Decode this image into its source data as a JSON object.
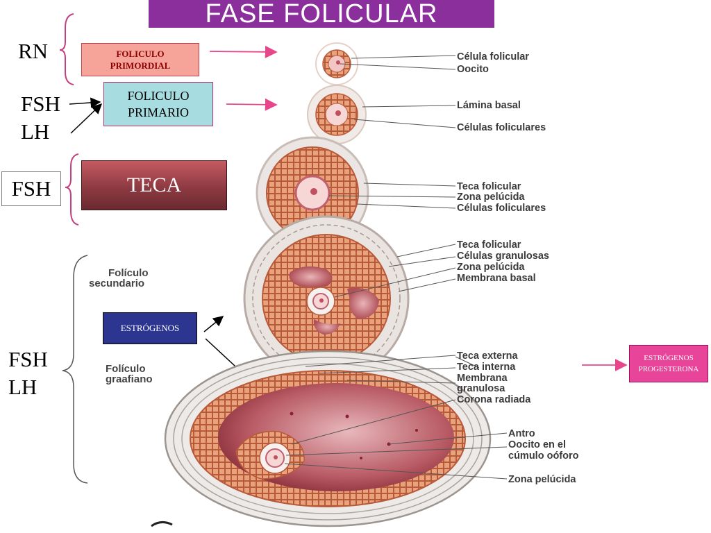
{
  "title": "FASE FOLICULAR",
  "hormones": {
    "rn": "RN",
    "fsh1": "FSH",
    "lh1": "LH",
    "fsh2": "FSH",
    "fsh3": "FSH",
    "lh3": "LH"
  },
  "boxes": {
    "primordial": [
      "FOLICULO",
      "PRIMORDIAL"
    ],
    "primario": [
      "FOLICULO",
      "PRIMARIO"
    ],
    "teca": "TECA",
    "estrogenos": "ESTRÓGENOS",
    "estrogenos_progesterona": [
      "ESTRÓGENOS",
      "PROGESTERONA"
    ]
  },
  "side_labels": {
    "secundario": [
      "Folículo",
      "secundario"
    ],
    "graafiano": [
      "Folículo",
      "graafiano"
    ]
  },
  "structure_labels": {
    "primordial": [
      "Célula folicular",
      "Oocito"
    ],
    "primario": [
      "Lámina basal",
      "Células foliculares"
    ],
    "teca": [
      "Teca folicular",
      "Zona pelúcida",
      "Células foliculares"
    ],
    "secundario": [
      "Teca folicular",
      "Células granulosas",
      "Zona pelúcida",
      "Membrana basal"
    ],
    "graafiano": [
      "Teca externa",
      "Teca interna",
      "Membrana",
      "granulosa",
      "Corona radiada",
      "Antro",
      "Oocito en el",
      "cúmulo oóforo",
      "Zona pelúcida"
    ]
  },
  "colors": {
    "title_bg": "#8b2f9c",
    "arrow_pink": "#e8458a",
    "brace_pink": "#c04080",
    "cell": "#e8a07a",
    "cell_border": "#b85a3a",
    "antrum": "#a0404a"
  }
}
